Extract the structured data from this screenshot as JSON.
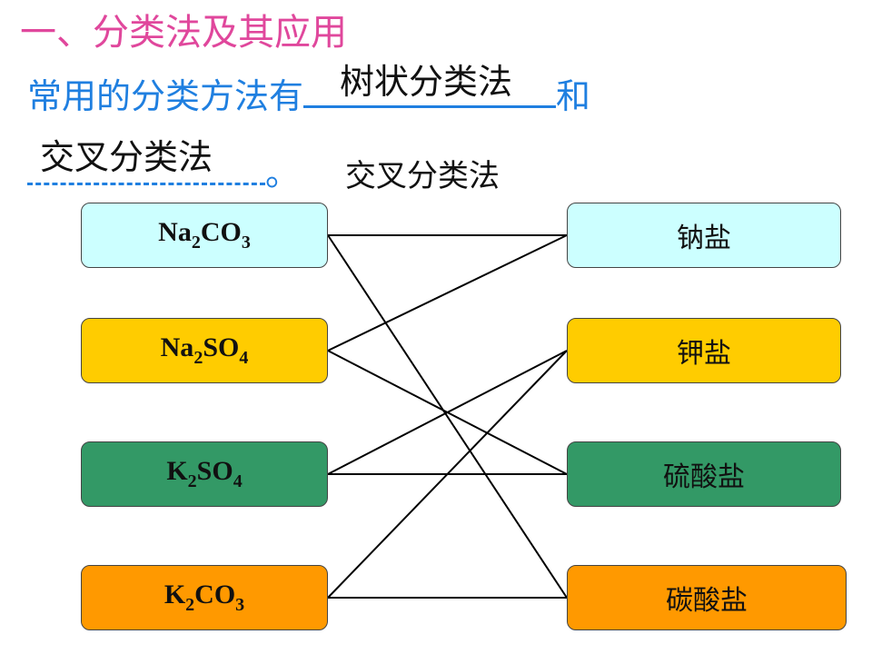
{
  "heading": "一、分类法及其应用",
  "sentence": {
    "prefix": "常用的分类方法有",
    "answer1": "树状分类法",
    "connector": "和",
    "answer2": "交叉分类法",
    "suffix": "。"
  },
  "diagram": {
    "caption": "交叉分类法",
    "left": [
      {
        "parts": [
          {
            "t": "Na"
          },
          {
            "t": "2",
            "sub": true
          },
          {
            "t": "CO"
          },
          {
            "t": "3",
            "sub": true
          }
        ],
        "color": "#ccffff"
      },
      {
        "parts": [
          {
            "t": "Na"
          },
          {
            "t": "2",
            "sub": true
          },
          {
            "t": "SO"
          },
          {
            "t": "4",
            "sub": true
          }
        ],
        "color": "#ffcc00"
      },
      {
        "parts": [
          {
            "t": "K"
          },
          {
            "t": "2",
            "sub": true
          },
          {
            "t": "SO"
          },
          {
            "t": "4",
            "sub": true
          }
        ],
        "color": "#339966"
      },
      {
        "parts": [
          {
            "t": "K"
          },
          {
            "t": "2",
            "sub": true
          },
          {
            "t": "CO"
          },
          {
            "t": "3",
            "sub": true
          }
        ],
        "color": "#ff9900"
      }
    ],
    "right": [
      {
        "label": "钠盐",
        "color": "#ccffff"
      },
      {
        "label": "钾盐",
        "color": "#ffcc00"
      },
      {
        "label": "硫酸盐",
        "color": "#339966"
      },
      {
        "label": "碳酸盐",
        "color": "#ff9900"
      }
    ],
    "links": [
      [
        0,
        0
      ],
      [
        0,
        3
      ],
      [
        1,
        0
      ],
      [
        1,
        2
      ],
      [
        2,
        1
      ],
      [
        2,
        2
      ],
      [
        3,
        1
      ],
      [
        3,
        3
      ]
    ]
  }
}
